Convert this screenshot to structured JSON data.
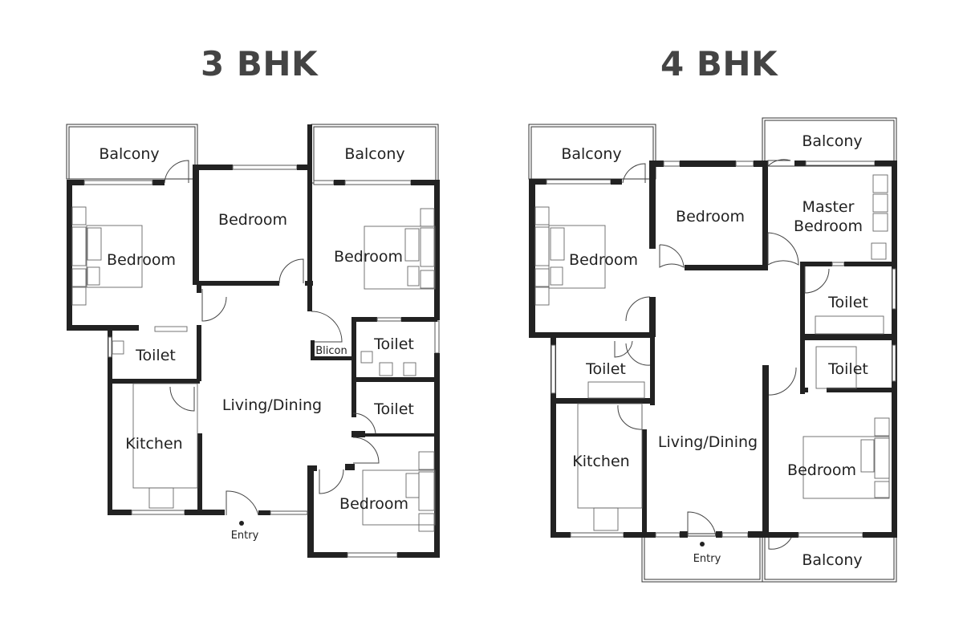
{
  "plans": [
    {
      "title": "3 BHK",
      "rooms": {
        "balcony_left": "Balcony",
        "balcony_right": "Balcony",
        "bedroom_left": "Bedroom",
        "bedroom_center": "Bedroom",
        "bedroom_right": "Bedroom",
        "bedroom_bottom": "Bedroom",
        "toilet_left": "Toilet",
        "toilet_right_top": "Toilet",
        "toilet_right_bottom": "Toilet",
        "kitchen": "Kitchen",
        "living_dining": "Living/Dining",
        "balcony_small": "Blicon",
        "entry": "Entry"
      }
    },
    {
      "title": "4 BHK",
      "rooms": {
        "balcony_top_left": "Balcony",
        "balcony_top_right": "Balcony",
        "balcony_bottom_right": "Balcony",
        "bedroom_left": "Bedroom",
        "bedroom_center": "Bedroom",
        "master_bedroom_line1": "Master",
        "master_bedroom_line2": "Bedroom",
        "bedroom_right": "Bedroom",
        "toilet_left": "Toilet",
        "toilet_right_top": "Toilet",
        "toilet_right_bottom": "Toilet",
        "kitchen": "Kitchen",
        "living_dining": "Living/Dining",
        "entry": "Entry"
      }
    }
  ],
  "colors": {
    "title": "#444444",
    "wall": "#222222",
    "background": "#ffffff"
  }
}
